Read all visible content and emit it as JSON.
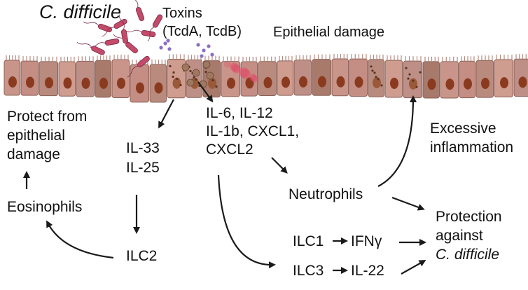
{
  "pathogen": {
    "name": "C. difficile"
  },
  "toxins": {
    "line1": "Toxins",
    "line2": "(TcdA, TcdB)"
  },
  "damage_label": "Epithelial damage",
  "cytokines_left": {
    "line1": "IL-33",
    "line2": "IL-25"
  },
  "cytokines_center": {
    "line1": "IL-6, IL-12",
    "line2": "IL-1b, CXCL1,",
    "line3": "CXCL2"
  },
  "protect_epithelium": {
    "line1": "Protect from",
    "line2": "epithelial",
    "line3": "damage"
  },
  "eosinophils": "Eosinophils",
  "ilc2": "ILC2",
  "neutrophils": "Neutrophils",
  "inflammation": {
    "line1": "Excessive",
    "line2": "inflammation"
  },
  "ilc1": "ILC1",
  "ifng": "IFNγ",
  "ilc3": "ILC3",
  "il22": "IL-22",
  "protection": {
    "line1": "Protection",
    "line2": "against",
    "line3": "C. difficile"
  },
  "colors": {
    "arrow": "#1a1a1a",
    "cell": "#c9958a",
    "nucleus": "#8a3a1e",
    "bacteria": "#c44a6a",
    "toxin": "#8a6fc4",
    "damage": "#e0506a"
  }
}
